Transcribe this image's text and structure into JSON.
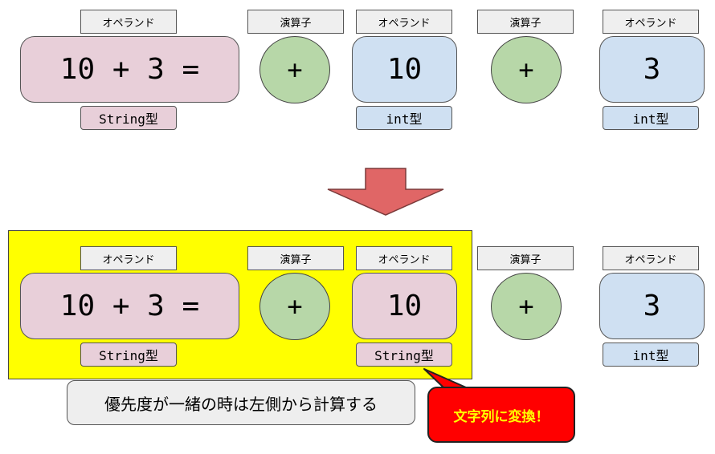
{
  "labels": {
    "operand": "オペランド",
    "operator": "演算子"
  },
  "top_row": {
    "operand1": {
      "text": "10 + 3 =",
      "type": "String型"
    },
    "operator1": "+",
    "operand2": {
      "text": "10",
      "type": "int型"
    },
    "operator2": "+",
    "operand3": {
      "text": "3",
      "type": "int型"
    }
  },
  "bottom_row": {
    "operand1": {
      "text": "10 + 3 =",
      "type": "String型"
    },
    "operator1": "+",
    "operand2": {
      "text": "10",
      "type": "String型"
    },
    "operator2": "+",
    "operand3": {
      "text": "3",
      "type": "int型"
    }
  },
  "note": "優先度が一緒の時は左側から計算する",
  "callout": "文字列に変換！",
  "colors": {
    "operand_string": "#e8cfd9",
    "operand_int": "#cfe0f2",
    "operator": "#b7d7a8",
    "highlight": "#ffff00",
    "arrow": "#e06666",
    "callout_bg": "#ff0000",
    "callout_text": "#ffff00"
  }
}
